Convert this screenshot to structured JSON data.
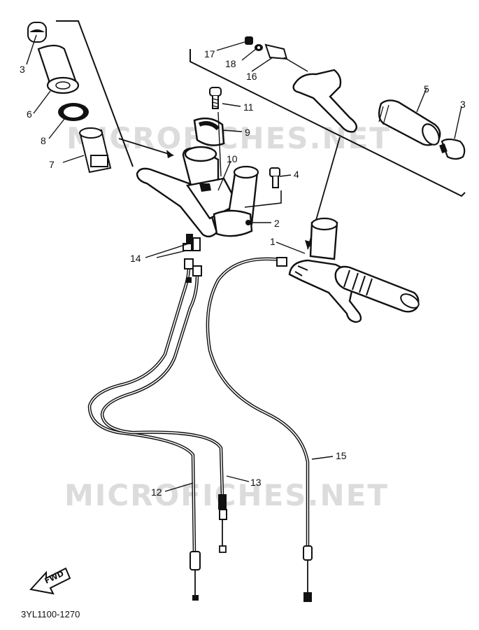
{
  "diagram": {
    "code": "3YL1100-1270",
    "watermark": "MICROFICHES.NET",
    "fwd_label": "FWD",
    "callouts": {
      "c1": "1",
      "c2": "2",
      "c3a": "3",
      "c3b": "3",
      "c4": "4",
      "c5": "5",
      "c6": "6",
      "c7": "7",
      "c8": "8",
      "c9": "9",
      "c10": "10",
      "c11": "11",
      "c12": "12",
      "c13": "13",
      "c14": "14",
      "c15": "15",
      "c16": "16",
      "c17": "17",
      "c18": "18"
    }
  }
}
